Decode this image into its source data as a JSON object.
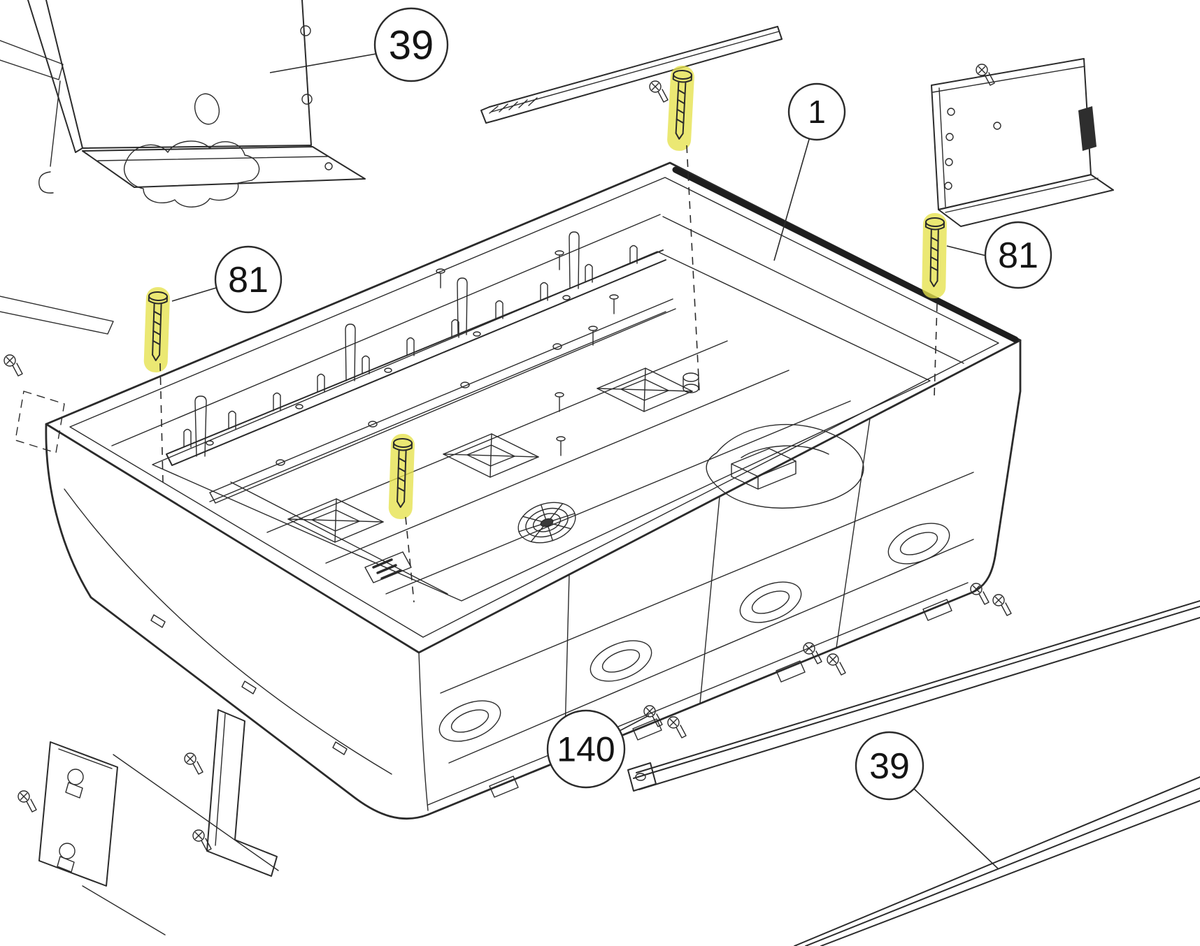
{
  "diagram": {
    "description": "Exploded-view parts illustration of a tray assembly with brackets, rails and highlighted mounting screws",
    "colors": {
      "background": "#ffffff",
      "line": "#2b2b2b",
      "highlight": "#e6e24b"
    },
    "callouts": [
      {
        "id": "39-top",
        "label": "39"
      },
      {
        "id": "1-tray",
        "label": "1"
      },
      {
        "id": "81-left",
        "label": "81"
      },
      {
        "id": "81-right",
        "label": "81"
      },
      {
        "id": "140-rail",
        "label": "140"
      },
      {
        "id": "39-bottom",
        "label": "39"
      }
    ]
  }
}
